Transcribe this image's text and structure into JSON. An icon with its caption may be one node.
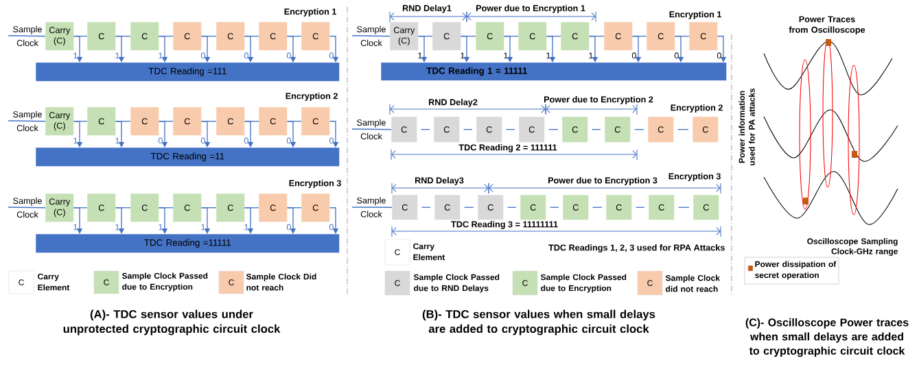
{
  "diagram": {
    "nodes": [
      {
        "text": [
          "Sample Clock"
        ]
      },
      {
        "text": [
          "Carry (C)"
        ]
      },
      {
        "text": [
          "C"
        ]
      },
      {
        "text": [
          "C"
        ]
      },
      {
        "text": [
          "C"
        ]
      },
      {
        "text": [
          "C"
        ]
      },
      {
        "text": [
          "C"
        ]
      },
      {
        "text": [
          "C"
        ]
      },
      {
        "text": [
          "TDC Reading =111"
        ]
      },
      {
        "text": [
          "Sample Clock"
        ]
      },
      {
        "text": [
          "Carry (C)"
        ]
      },
      {
        "text": [
          "C"
        ]
      },
      {
        "text": [
          "C"
        ]
      },
      {
        "text": [
          "C"
        ]
      },
      {
        "text": [
          "C"
        ]
      },
      {
        "text": [
          "C"
        ]
      },
      {
        "text": [
          "C"
        ]
      },
      {
        "text": [
          "TDC Reading =11"
        ]
      },
      {
        "text": [
          "Sample Clock"
        ]
      },
      {
        "text": [
          "Carry (C)"
        ]
      },
      {
        "text": [
          "C"
        ]
      },
      {
        "text": [
          "C"
        ]
      },
      {
        "text": [
          "C"
        ]
      },
      {
        "text": [
          "C"
        ]
      },
      {
        "text": [
          "C"
        ]
      },
      {
        "text": [
          "C"
        ]
      },
      {
        "text": [
          "TDC Reading =11111"
        ]
      },
      {
        "text": [
          "Sample Clock"
        ]
      },
      {
        "text": [
          "Carry (C)"
        ]
      },
      {
        "text": [
          "C"
        ]
      },
      {
        "text": [
          "C"
        ]
      },
      {
        "text": [
          "C"
        ]
      },
      {
        "text": [
          "C"
        ]
      },
      {
        "text": [
          "C"
        ]
      },
      {
        "text": [
          "C"
        ]
      },
      {
        "text": [
          "C"
        ]
      },
      {
        "text": [
          "TDC Reading 1 = 11111"
        ]
      },
      {
        "text": [
          "Sample Clock"
        ]
      },
      {
        "text": [
          "C"
        ]
      },
      {
        "text": [
          "C"
        ]
      },
      {
        "text": [
          "C"
        ]
      },
      {
        "text": [
          "C"
        ]
      },
      {
        "text": [
          "C"
        ]
      },
      {
        "text": [
          "C"
        ]
      },
      {
        "text": [
          "C"
        ]
      },
      {
        "text": [
          "C"
        ]
      },
      {
        "text": [
          "Sample Clock"
        ]
      },
      {
        "text": [
          "C"
        ]
      },
      {
        "text": [
          "C"
        ]
      },
      {
        "text": [
          "C"
        ]
      },
      {
        "text": [
          "C"
        ]
      },
      {
        "text": [
          "C"
        ]
      },
      {
        "text": [
          "C"
        ]
      },
      {
        "text": [
          "C"
        ]
      },
      {
        "text": [
          "C"
        ]
      }
    ],
    "edges": [
      {
        "from": 0,
        "to": 1,
        "arrow": "none"
      },
      {
        "from": 1,
        "to": 2,
        "arrow": "none"
      },
      {
        "from": 2,
        "to": 3,
        "arrow": "none"
      },
      {
        "from": 3,
        "to": 4,
        "arrow": "none"
      },
      {
        "from": 4,
        "to": 5,
        "arrow": "none"
      },
      {
        "from": 5,
        "to": 6,
        "arrow": "none"
      },
      {
        "from": 6,
        "to": 7,
        "arrow": "none"
      },
      {
        "from": 1,
        "to": 8,
        "arrow": "to",
        "label": "1"
      },
      {
        "from": 2,
        "to": 8,
        "arrow": "to",
        "label": "1"
      },
      {
        "from": 3,
        "to": 8,
        "arrow": "to",
        "label": "1"
      },
      {
        "from": 4,
        "to": 8,
        "arrow": "to",
        "label": "0"
      },
      {
        "from": 5,
        "to": 8,
        "arrow": "to",
        "label": "0"
      },
      {
        "from": 6,
        "to": 8,
        "arrow": "to",
        "label": "0"
      },
      {
        "from": 7,
        "to": 8,
        "arrow": "to",
        "label": "0"
      },
      {
        "from": 9,
        "to": 10,
        "arrow": "none"
      },
      {
        "from": 10,
        "to": 11,
        "arrow": "none"
      },
      {
        "from": 11,
        "to": 12,
        "arrow": "none"
      },
      {
        "from": 12,
        "to": 13,
        "arrow": "none"
      },
      {
        "from": 13,
        "to": 14,
        "arrow": "none"
      },
      {
        "from": 14,
        "to": 15,
        "arrow": "none"
      },
      {
        "from": 15,
        "to": 16,
        "arrow": "none"
      },
      {
        "from": 10,
        "to": 17,
        "arrow": "to",
        "label": "1"
      },
      {
        "from": 11,
        "to": 17,
        "arrow": "to",
        "label": "1"
      },
      {
        "from": 12,
        "to": 17,
        "arrow": "to",
        "label": "0"
      },
      {
        "from": 13,
        "to": 17,
        "arrow": "to",
        "label": "0"
      },
      {
        "from": 14,
        "to": 17,
        "arrow": "to",
        "label": "0"
      },
      {
        "from": 15,
        "to": 17,
        "arrow": "to",
        "label": "0"
      },
      {
        "from": 16,
        "to": 17,
        "arrow": "to",
        "label": "0"
      },
      {
        "from": 18,
        "to": 19,
        "arrow": "none"
      },
      {
        "from": 19,
        "to": 20,
        "arrow": "none"
      },
      {
        "from": 20,
        "to": 21,
        "arrow": "none"
      },
      {
        "from": 21,
        "to": 22,
        "arrow": "none"
      },
      {
        "from": 22,
        "to": 23,
        "arrow": "none"
      },
      {
        "from": 23,
        "to": 24,
        "arrow": "none"
      },
      {
        "from": 24,
        "to": 25,
        "arrow": "none"
      },
      {
        "from": 19,
        "to": 26,
        "arrow": "to",
        "label": "1"
      },
      {
        "from": 20,
        "to": 26,
        "arrow": "to",
        "label": "1"
      },
      {
        "from": 21,
        "to": 26,
        "arrow": "to",
        "label": "1"
      },
      {
        "from": 22,
        "to": 26,
        "arrow": "to",
        "label": "1"
      },
      {
        "from": 23,
        "to": 26,
        "arrow": "to",
        "label": "1"
      },
      {
        "from": 24,
        "to": 26,
        "arrow": "to",
        "label": "0"
      },
      {
        "from": 25,
        "to": 26,
        "arrow": "to",
        "label": "0"
      },
      {
        "from": 27,
        "to": 28,
        "arrow": "none"
      },
      {
        "from": 28,
        "to": 29,
        "arrow": "none"
      },
      {
        "from": 29,
        "to": 30,
        "arrow": "none"
      },
      {
        "from": 30,
        "to": 31,
        "arrow": "none"
      },
      {
        "from": 31,
        "to": 32,
        "arrow": "none"
      },
      {
        "from": 32,
        "to": 33,
        "arrow": "none"
      },
      {
        "from": 33,
        "to": 34,
        "arrow": "none"
      },
      {
        "from": 34,
        "to": 35,
        "arrow": "none"
      },
      {
        "from": 28,
        "to": 36,
        "arrow": "to",
        "label": "1"
      },
      {
        "from": 29,
        "to": 36,
        "arrow": "to",
        "label": "1"
      },
      {
        "from": 30,
        "to": 36,
        "arrow": "to",
        "label": "1"
      },
      {
        "from": 31,
        "to": 36,
        "arrow": "to",
        "label": "1"
      },
      {
        "from": 32,
        "to": 36,
        "arrow": "to",
        "label": "1"
      },
      {
        "from": 33,
        "to": 36,
        "arrow": "to",
        "label": "0"
      },
      {
        "from": 34,
        "to": 36,
        "arrow": "to",
        "label": "0"
      },
      {
        "from": 35,
        "to": 36,
        "arrow": "to",
        "label": "0"
      },
      {
        "from": 37,
        "to": 38,
        "arrow": "none"
      },
      {
        "from": 38,
        "to": 39,
        "arrow": "none"
      },
      {
        "from": 39,
        "to": 40,
        "arrow": "none"
      },
      {
        "from": 40,
        "to": 41,
        "arrow": "none"
      },
      {
        "from": 41,
        "to": 42,
        "arrow": "none"
      },
      {
        "from": 42,
        "to": 43,
        "arrow": "none"
      },
      {
        "from": 43,
        "to": 44,
        "arrow": "none"
      },
      {
        "from": 44,
        "to": 45,
        "arrow": "none"
      },
      {
        "from": 46,
        "to": 47,
        "arrow": "none"
      },
      {
        "from": 47,
        "to": 48,
        "arrow": "none"
      },
      {
        "from": 48,
        "to": 49,
        "arrow": "none"
      },
      {
        "from": 49,
        "to": 50,
        "arrow": "none"
      },
      {
        "from": 50,
        "to": 51,
        "arrow": "none"
      },
      {
        "from": 51,
        "to": 52,
        "arrow": "none"
      },
      {
        "from": 52,
        "to": 53,
        "arrow": "none"
      },
      {
        "from": 53,
        "to": 54,
        "arrow": "none"
      }
    ],
    "labels": [
      "Encryption 1",
      "Encryption 2",
      "Encryption 3",
      "C",
      "C",
      "C",
      "(A)- TDC sensor values under unprotected cryptographic circuit clock",
      "RND Delay1",
      "Power due to Encryption 1",
      "Encryption 1",
      "RND Delay2",
      "Power due to Encryption 2",
      "Encryption 2",
      "TDC Reading 2 = 111111",
      "RND Delay3",
      "Power due to Encryption 3",
      "Encryption 3",
      "TDC Reading 3 = 11111111",
      "C",
      "TDC Readings 1, 2, 3 used for RPA Attacks",
      "C",
      "C",
      "C",
      "(B)- TDC sensor values when small delays are added to cryptographic circuit clock",
      "Power Traces from Oscilloscope",
      "Power information used for PA attacks",
      "Oscilloscope Sampling Clock-GHz range",
      "(C)- Oscilloscope Power traces when small delays are added to cryptographic circuit clock"
    ],
    "legend": [
      {
        "text": "Carry Element",
        "color": "#ffffff"
      },
      {
        "text": "Sample Clock Passed due to Encryption",
        "color": "#c5e0b4"
      },
      {
        "text": "Sample Clock Did not reach",
        "color": "#f8cbad"
      },
      {
        "text": "Carry Element",
        "color": "#ffffff"
      },
      {
        "text": "Sample Clock Passed due to RND Delays",
        "color": "#d9d9d9"
      },
      {
        "text": "Sample Clock Passed due to Encryption",
        "color": "#c5e0b4"
      },
      {
        "text": "Sample Clock did not reach",
        "color": "#f8cbad"
      },
      {
        "text": "Power dissipation of secret operation",
        "color": "#c55a11"
      }
    ]
  }
}
